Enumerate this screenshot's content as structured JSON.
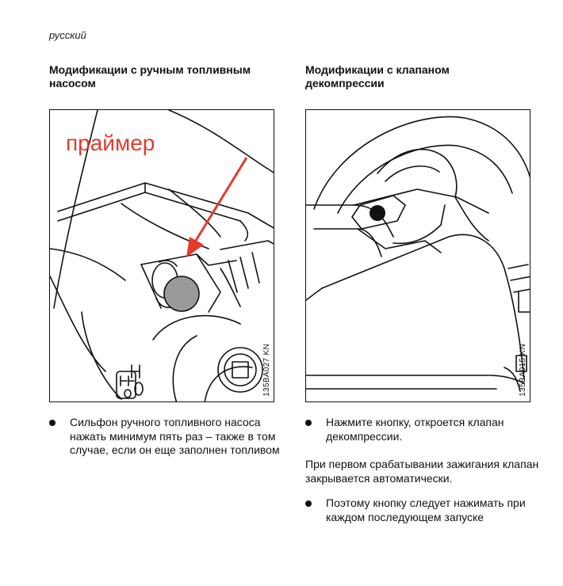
{
  "language": "русский",
  "left": {
    "title": "Модификации с ручным топливным насосом",
    "annotation": "праймер",
    "code": "135BA027 KN",
    "bullet": "Сильфон ручного топливного насоса нажать минимум пять раз – также в том случае, если он еще заполнен топливом",
    "colors": {
      "annotation": "#e23b2e",
      "primer_bulb": "#9a9a9a"
    }
  },
  "right": {
    "title": "Модификации с клапаном декомпрессии",
    "code": "135BA015 KN",
    "bullet1": "Нажмите кнопку, откроется клапан декомпрессии.",
    "paragraph": "При первом срабатывании зажигания клапан закрывается автоматически.",
    "bullet2": "Поэтому кнопку следует нажимать при каждом последующем запуске"
  }
}
